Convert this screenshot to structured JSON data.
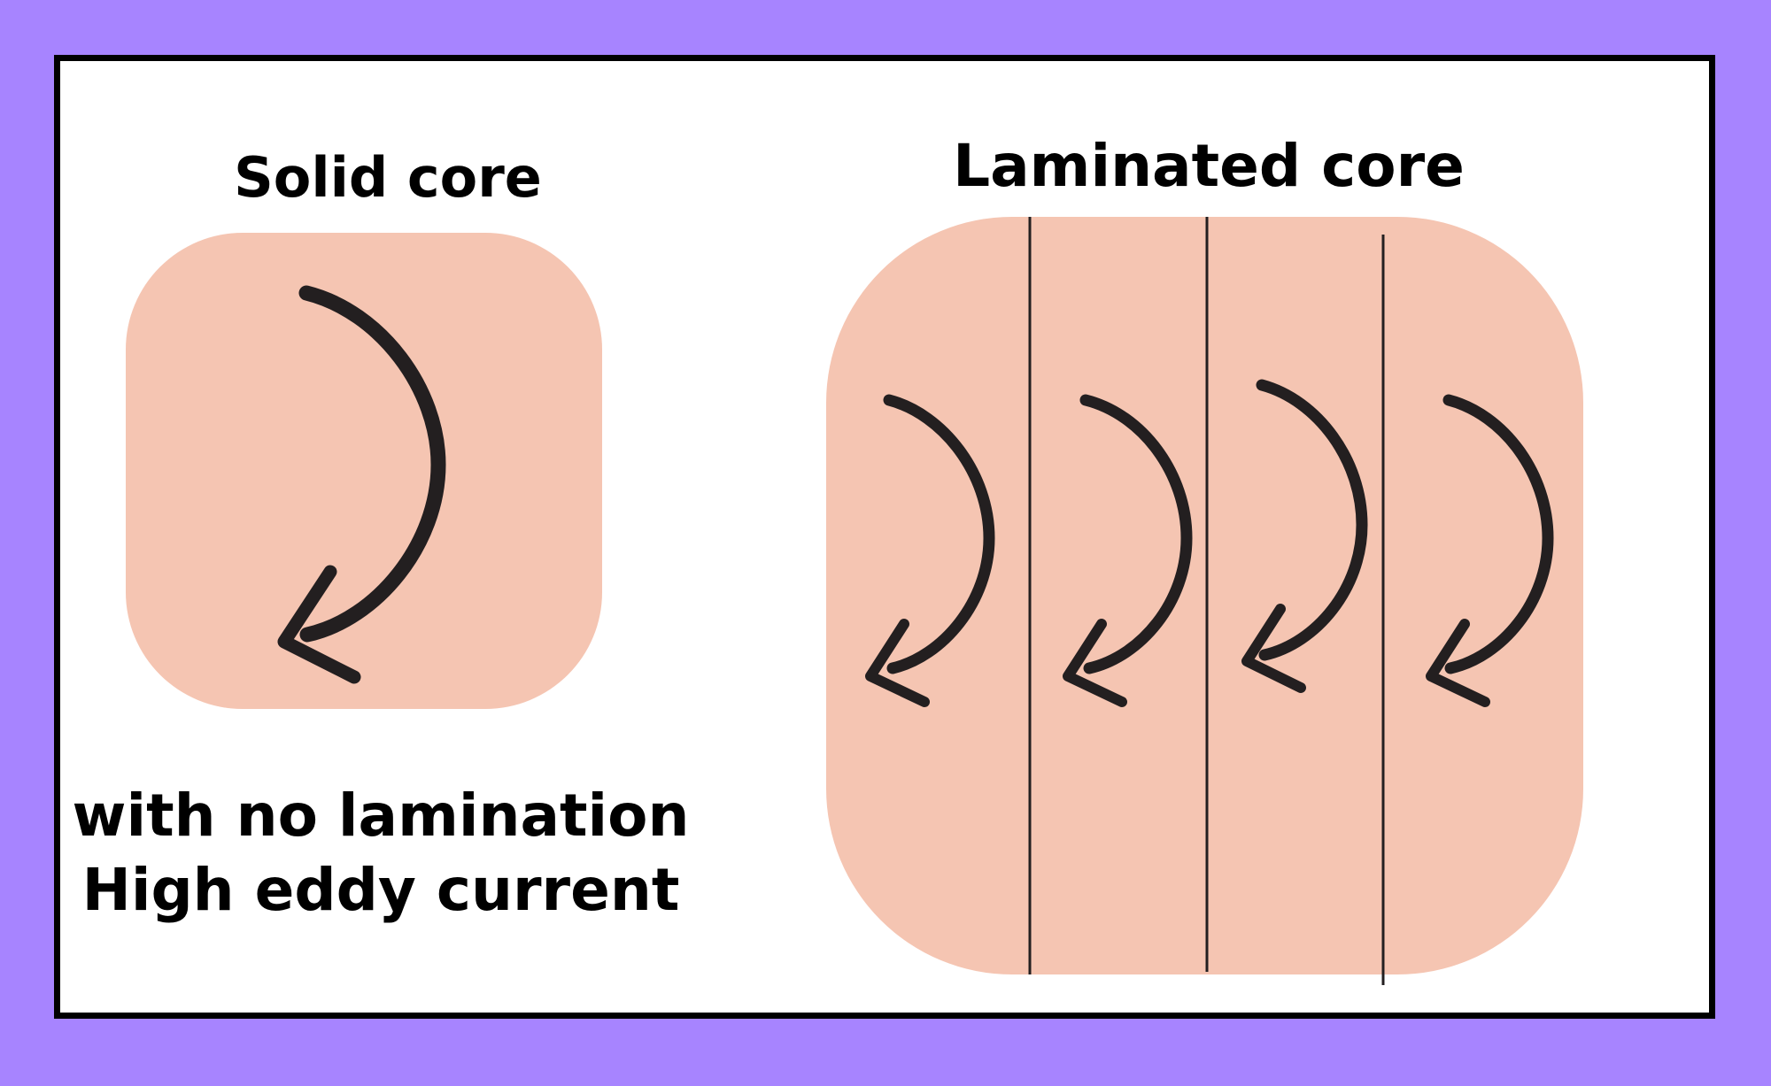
{
  "solid": {
    "title": "Solid core",
    "caption_lines": [
      "with no lamination",
      "High eddy current"
    ]
  },
  "laminated": {
    "title": "Laminated core",
    "lamination_count": 4
  },
  "colors": {
    "background": "#a784ff",
    "core_fill": "#f5c5b2",
    "arrow": "#231f20"
  },
  "icons": [
    "curved-arrow-icon"
  ]
}
